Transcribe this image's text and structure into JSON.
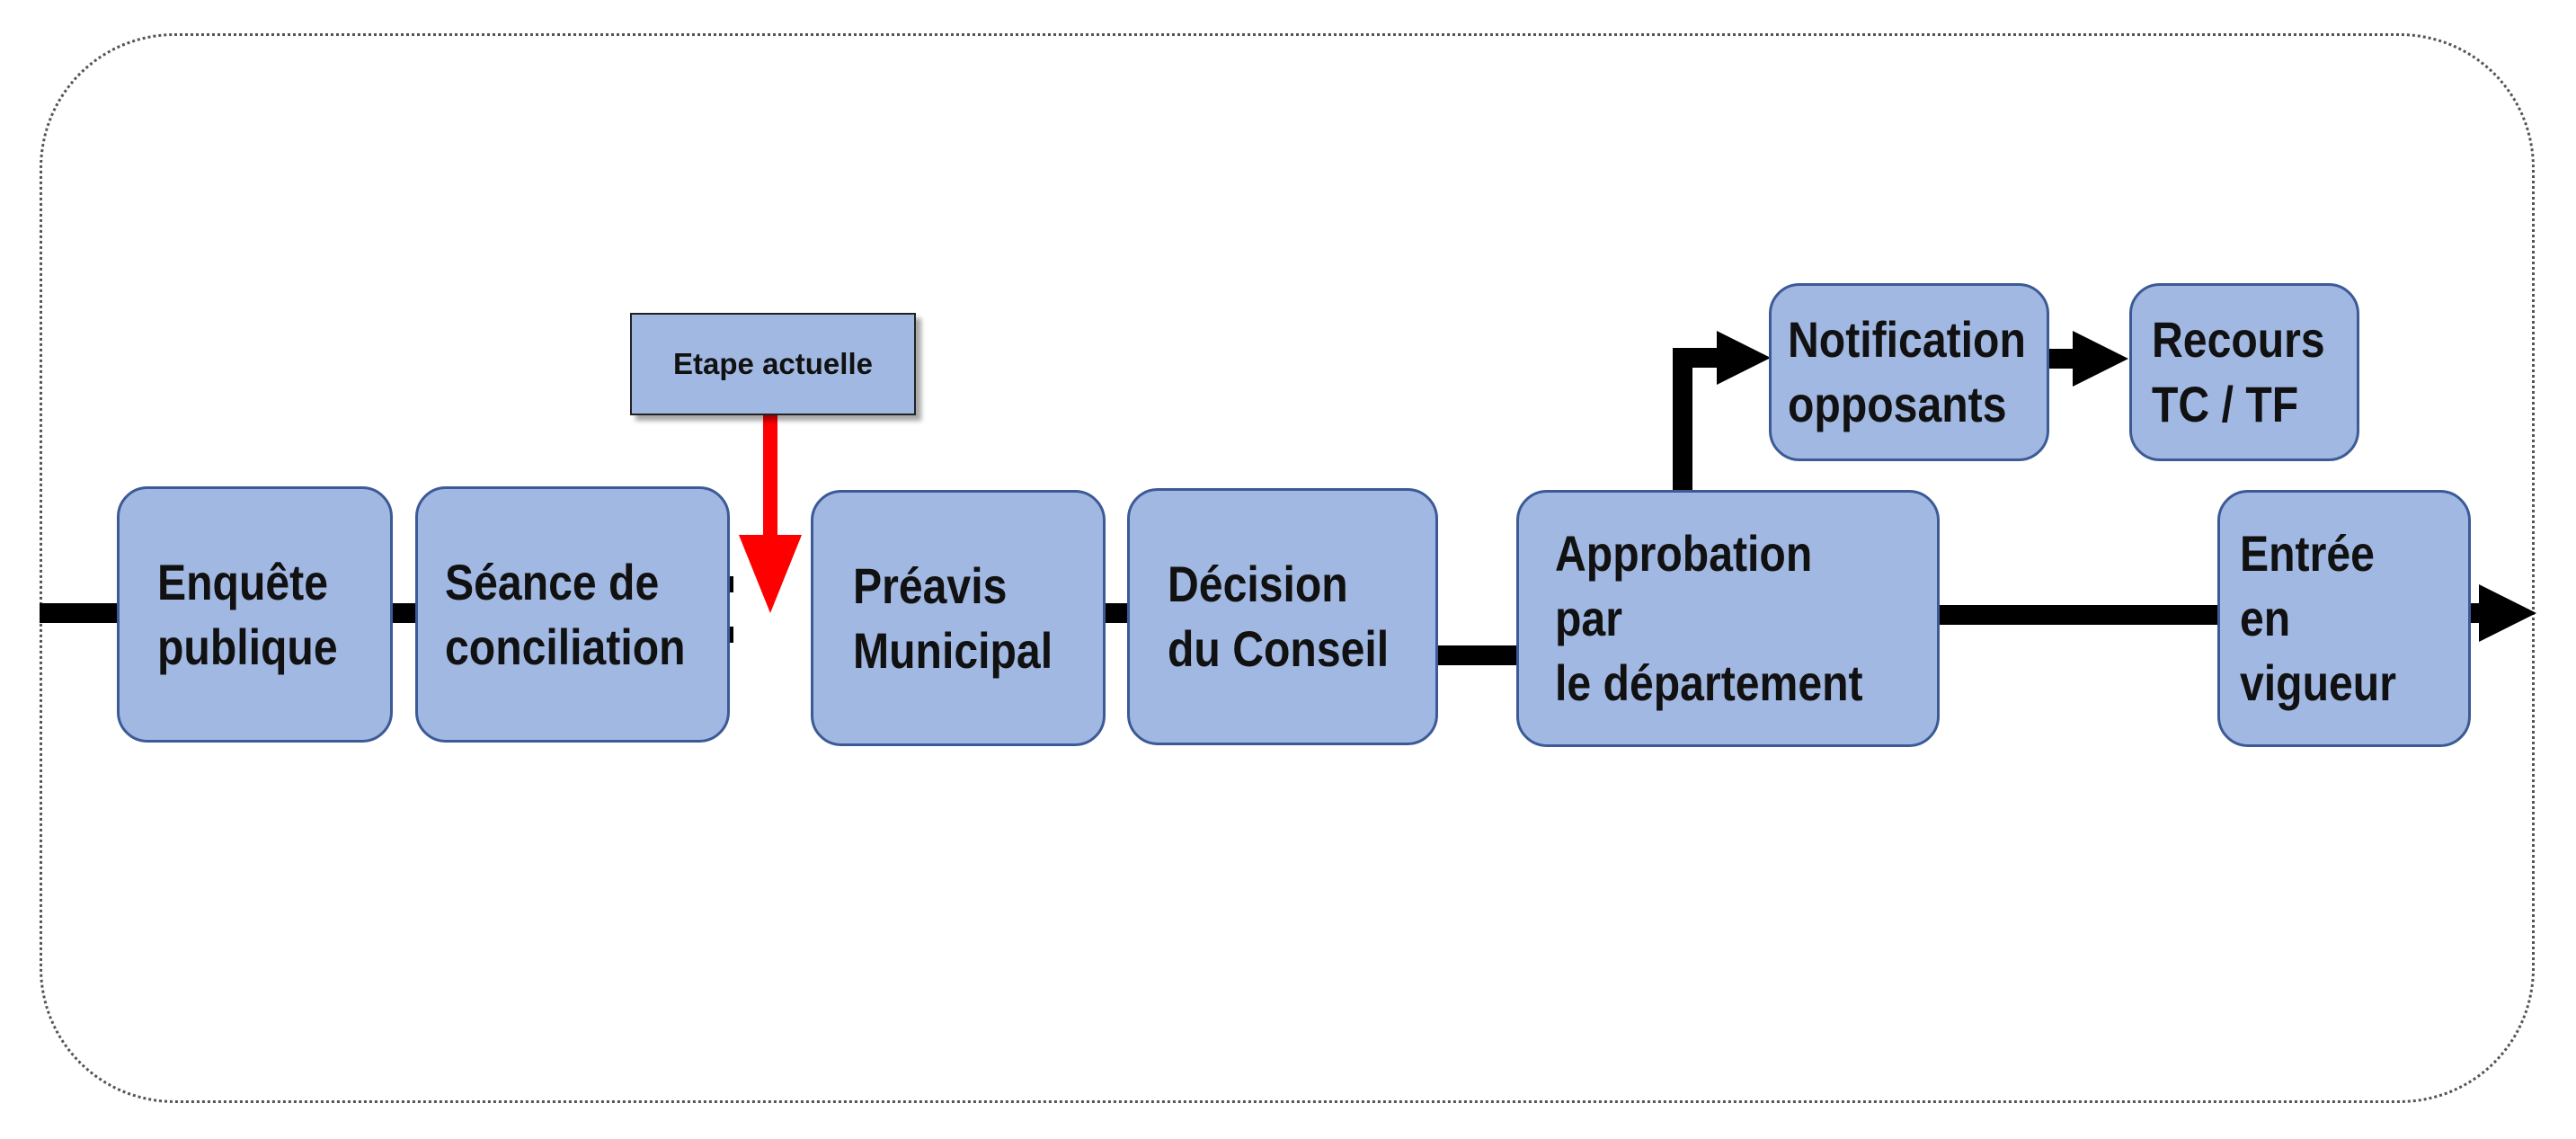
{
  "diagram": {
    "current_step_label": "Etape actuelle",
    "current_step_after": "Séance de conciliation",
    "colors": {
      "box_fill": "#a1b8e3",
      "box_border": "#3c5a96",
      "connector": "#000000",
      "current_step_arrow": "#ff0000"
    },
    "steps": [
      {
        "id": "enquete",
        "label": "Enquête\npublique"
      },
      {
        "id": "seance",
        "label": "Séance de\nconciliation"
      },
      {
        "id": "preavis",
        "label": "Préavis\nMunicipal"
      },
      {
        "id": "decision",
        "label": "Décision\ndu Conseil"
      },
      {
        "id": "approbation",
        "label": "Approbation par\nle département"
      },
      {
        "id": "entree",
        "label": "Entrée en\nvigueur"
      }
    ],
    "branch": [
      {
        "id": "notification",
        "label": "Notification\nopposants"
      },
      {
        "id": "recours",
        "label": "Recours\nTC / TF"
      }
    ]
  }
}
